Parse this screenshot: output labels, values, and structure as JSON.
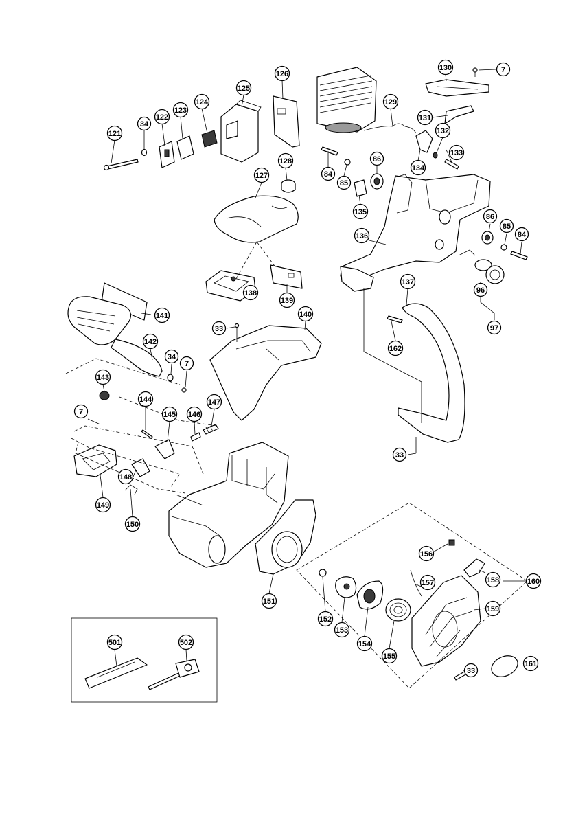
{
  "diagram": {
    "type": "exploded-parts-diagram",
    "callouts": [
      {
        "id": "c-7a",
        "label": "7"
      },
      {
        "id": "c-130",
        "label": "130"
      },
      {
        "id": "c-126",
        "label": "126"
      },
      {
        "id": "c-125",
        "label": "125"
      },
      {
        "id": "c-124",
        "label": "124"
      },
      {
        "id": "c-123",
        "label": "123"
      },
      {
        "id": "c-122",
        "label": "122"
      },
      {
        "id": "c-34a",
        "label": "34"
      },
      {
        "id": "c-121",
        "label": "121"
      },
      {
        "id": "c-129",
        "label": "129"
      },
      {
        "id": "c-131",
        "label": "131"
      },
      {
        "id": "c-132",
        "label": "132"
      },
      {
        "id": "c-133",
        "label": "133"
      },
      {
        "id": "c-134",
        "label": "134"
      },
      {
        "id": "c-86a",
        "label": "86"
      },
      {
        "id": "c-84a",
        "label": "84"
      },
      {
        "id": "c-85a",
        "label": "85"
      },
      {
        "id": "c-128",
        "label": "128"
      },
      {
        "id": "c-127",
        "label": "127"
      },
      {
        "id": "c-135",
        "label": "135"
      },
      {
        "id": "c-86b",
        "label": "86"
      },
      {
        "id": "c-85b",
        "label": "85"
      },
      {
        "id": "c-84b",
        "label": "84"
      },
      {
        "id": "c-136",
        "label": "136"
      },
      {
        "id": "c-137",
        "label": "137"
      },
      {
        "id": "c-138",
        "label": "138"
      },
      {
        "id": "c-139",
        "label": "139"
      },
      {
        "id": "c-96",
        "label": "96"
      },
      {
        "id": "c-97",
        "label": "97"
      },
      {
        "id": "c-141",
        "label": "141"
      },
      {
        "id": "c-140",
        "label": "140"
      },
      {
        "id": "c-33a",
        "label": "33"
      },
      {
        "id": "c-162",
        "label": "162"
      },
      {
        "id": "c-142",
        "label": "142"
      },
      {
        "id": "c-34b",
        "label": "34"
      },
      {
        "id": "c-7b",
        "label": "7"
      },
      {
        "id": "c-143",
        "label": "143"
      },
      {
        "id": "c-144",
        "label": "144"
      },
      {
        "id": "c-7c",
        "label": "7"
      },
      {
        "id": "c-145",
        "label": "145"
      },
      {
        "id": "c-146",
        "label": "146"
      },
      {
        "id": "c-147",
        "label": "147"
      },
      {
        "id": "c-33b",
        "label": "33"
      },
      {
        "id": "c-148",
        "label": "148"
      },
      {
        "id": "c-149",
        "label": "149"
      },
      {
        "id": "c-150",
        "label": "150"
      },
      {
        "id": "c-156",
        "label": "156"
      },
      {
        "id": "c-158",
        "label": "158"
      },
      {
        "id": "c-160",
        "label": "160"
      },
      {
        "id": "c-157",
        "label": "157"
      },
      {
        "id": "c-151",
        "label": "151"
      },
      {
        "id": "c-159",
        "label": "159"
      },
      {
        "id": "c-152",
        "label": "152"
      },
      {
        "id": "c-153",
        "label": "153"
      },
      {
        "id": "c-154",
        "label": "154"
      },
      {
        "id": "c-155",
        "label": "155"
      },
      {
        "id": "c-33c",
        "label": "33"
      },
      {
        "id": "c-161",
        "label": "161"
      },
      {
        "id": "c-501",
        "label": "501"
      },
      {
        "id": "c-502",
        "label": "502"
      }
    ]
  }
}
